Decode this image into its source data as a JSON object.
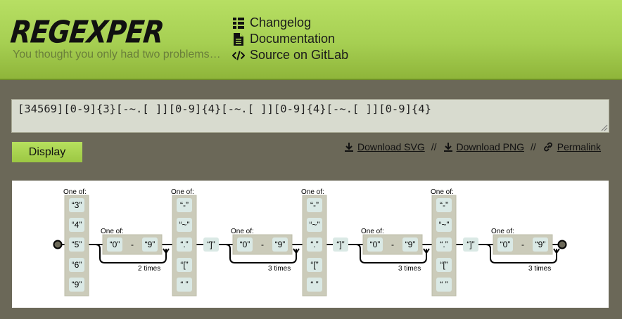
{
  "header": {
    "logo": "REGEXPER",
    "tagline": "You thought you only had two problems…",
    "nav": [
      {
        "label": "Changelog",
        "icon": "list-icon"
      },
      {
        "label": "Documentation",
        "icon": "document-icon"
      },
      {
        "label": "Source on GitLab",
        "icon": "code-icon"
      }
    ]
  },
  "input": {
    "value": "[34569][0-9]{3}[-~.[ ]][0-9]{4}[-~.[ ]][0-9]{4}[-~.[ ]][0-9]{4}"
  },
  "display_button": "Display",
  "links": {
    "download_svg": "Download SVG",
    "download_png": "Download PNG",
    "permalink": "Permalink",
    "separator": "//"
  },
  "diagram": {
    "one_of_label": "One of:",
    "first_set": [
      "“3”",
      "“4”",
      "“5”",
      "“6”",
      "“9”"
    ],
    "range_from": "“0”",
    "range_dash": "-",
    "range_to": "“9”",
    "sep_set": [
      "“-”",
      "“~”",
      "“.”",
      "“[”",
      "“ ”"
    ],
    "bracket_literal": "“]”",
    "repeat_2": "2 times",
    "repeat_3": "3 times"
  }
}
